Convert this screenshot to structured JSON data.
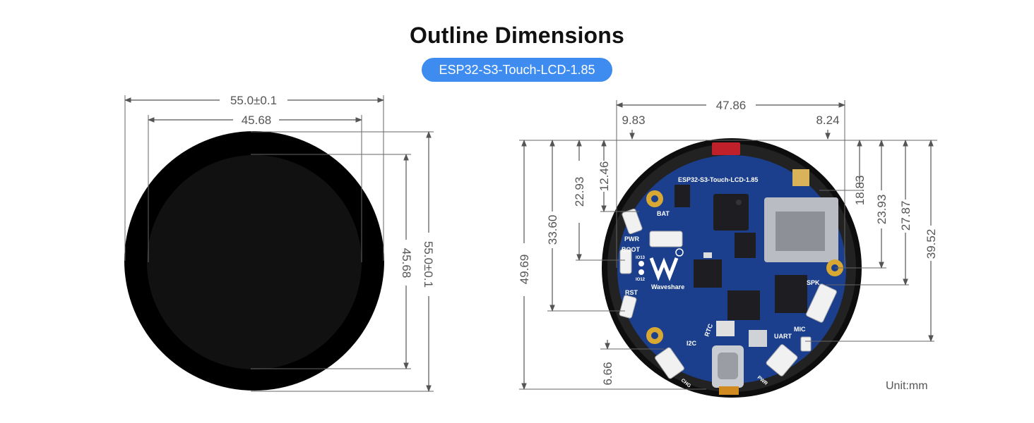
{
  "header": {
    "title": "Outline Dimensions",
    "model": "ESP32-S3-Touch-LCD-1.85"
  },
  "front_view": {
    "dims": {
      "outer_width": "55.0±0.1",
      "display_width": "45.68",
      "display_height": "45.68",
      "outer_height": "55.0±0.1"
    }
  },
  "back_view": {
    "top_dims": {
      "overall": "47.86",
      "left_offset": "9.83",
      "right_offset": "8.24"
    },
    "left_dims": {
      "d1": "49.69",
      "d2": "33.60",
      "d3": "22.93",
      "d4": "12.46",
      "d5": "6.66"
    },
    "right_dims": {
      "d1": "18.83",
      "d2": "23.93",
      "d3": "27.87",
      "d4": "39.52"
    },
    "board_labels": {
      "silk_title": "ESP32-S3-Touch-LCD-1.85",
      "bat": "BAT",
      "pwr": "PWR",
      "boot": "BOOT",
      "io13": "IO13",
      "io12": "IO12",
      "rst": "RST",
      "brand": "Waveshare",
      "spk": "SPK",
      "mic": "MIC",
      "uart": "UART",
      "rtc": "RTC",
      "i2c": "I2C",
      "chg": "CHG",
      "pwr2": "PWR"
    }
  },
  "unit_label": "Unit:mm",
  "colors": {
    "accent": "#3f8cf0",
    "pcb": "#1b3f8c",
    "line": "#555555",
    "bezel": "#000000"
  }
}
